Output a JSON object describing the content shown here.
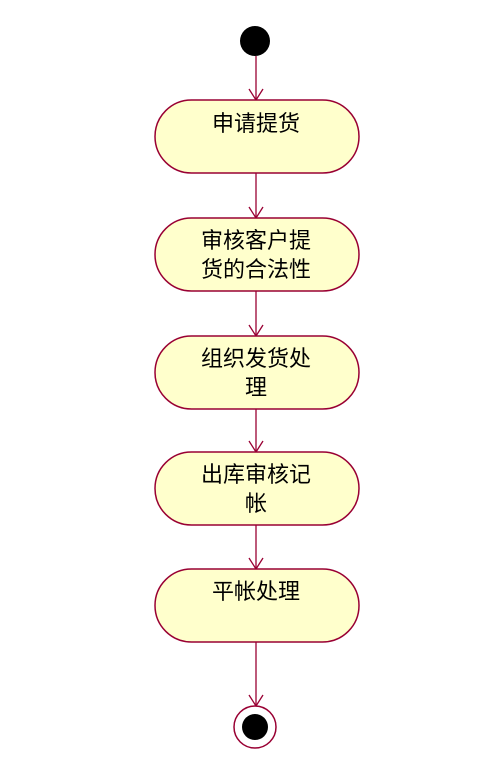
{
  "diagram": {
    "type": "uml-activity",
    "colors": {
      "node_fill": "#ffffcc",
      "node_stroke": "#990033",
      "flow": "#990033",
      "text": "#000000"
    },
    "activities": [
      {
        "id": "apply-pickup",
        "lines": [
          "申请提货"
        ]
      },
      {
        "id": "verify-customer",
        "lines": [
          "审核客户提",
          "货的合法性"
        ]
      },
      {
        "id": "organize-shipping",
        "lines": [
          "组织发货处",
          "理"
        ]
      },
      {
        "id": "outbound-audit",
        "lines": [
          "出库审核记",
          "帐"
        ]
      },
      {
        "id": "balance-account",
        "lines": [
          "平帐处理"
        ]
      }
    ]
  }
}
